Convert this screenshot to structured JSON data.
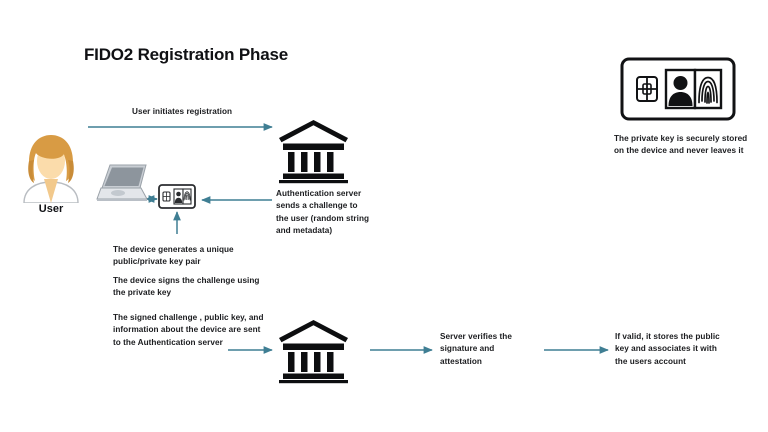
{
  "page": {
    "title": "FIDO2 Registration Phase",
    "background_color": "#ffffff",
    "arrow_color": "#3f7e93",
    "text_color": "#1b1c1f"
  },
  "actors": {
    "user_label": "User",
    "user_icon": "user-avatar-icon",
    "laptop_icon": "laptop-icon",
    "security_key_icon": "security-key-card-icon",
    "server_top_icon": "bank-server-icon",
    "server_bottom_icon": "bank-server-icon",
    "id_card_icon": "id-card-biometric-icon"
  },
  "steps": [
    {
      "id": "user-initiates",
      "label": "User initiates registration"
    },
    {
      "id": "auth-challenge",
      "label": "Authentication server sends a challenge to the user (random string and metadata)"
    },
    {
      "id": "generate-keypair",
      "label": "The device generates a unique public/private key pair"
    },
    {
      "id": "sign-challenge",
      "label": "The device signs the challenge using the private key"
    },
    {
      "id": "send-to-server",
      "label": "The signed challenge , public key, and information about the device are sent to the Authentication server"
    },
    {
      "id": "verify-signature",
      "label": "Server verifies the signature and attestation"
    },
    {
      "id": "store-public-key",
      "label": "If valid, it stores the public key and associates it with the users account"
    }
  ],
  "notes": {
    "private_key_note": "The private key is securely stored on the device and never leaves it"
  },
  "icons": {
    "chip": "smart-chip-icon",
    "portrait": "person-portrait-icon",
    "fingerprint": "fingerprint-icon"
  }
}
